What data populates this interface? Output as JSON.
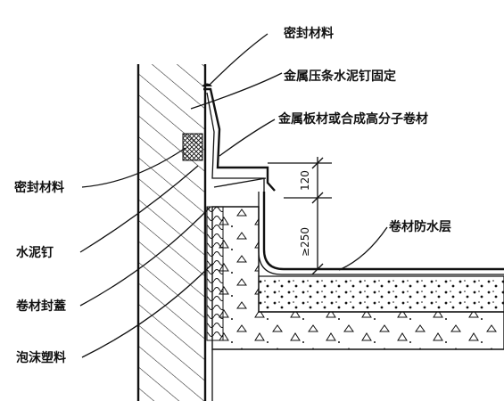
{
  "labels": {
    "sealant_top": "密封材料",
    "metal_strip_nail": "金属压条水泥钉固定",
    "metal_sheet_membrane": "金属板材或合成高分子卷材",
    "sealant_left": "密封材料",
    "cement_nail": "水泥钉",
    "membrane_cap": "卷材封蓋",
    "foam_plastic": "泡沫塑料",
    "membrane_waterproof": "卷材防水层"
  },
  "dimensions": {
    "d120": "120",
    "d250": "≥250"
  },
  "colors": {
    "ink": "#111111",
    "paper": "#ffffff"
  }
}
